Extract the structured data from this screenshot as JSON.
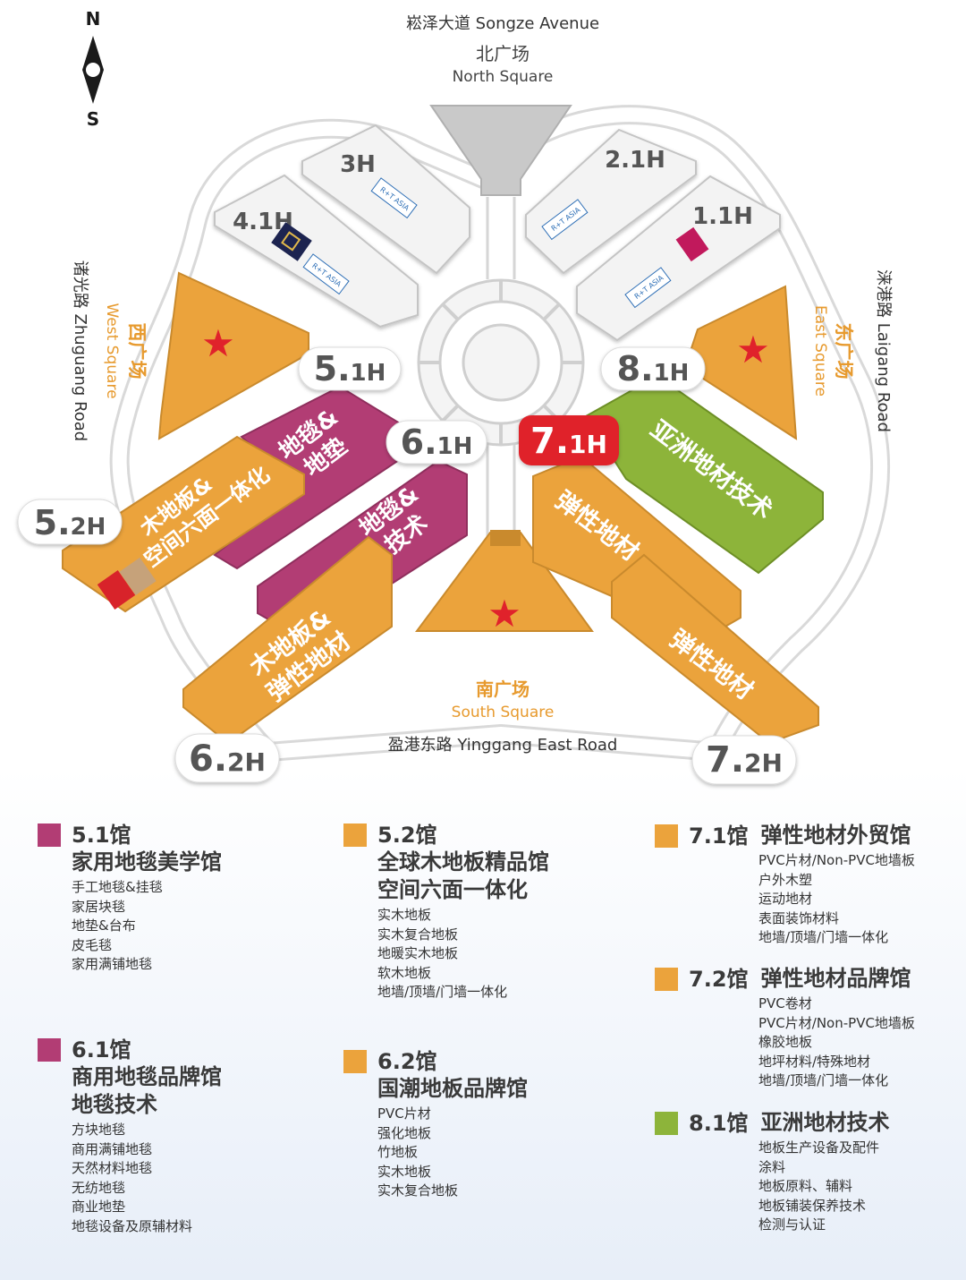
{
  "compass": {
    "north": "N",
    "south": "S"
  },
  "roads": {
    "north": "崧泽大道 Songze Avenue",
    "south": "盈港东路 Yinggang East Road",
    "west_cn": "诸光路",
    "west_en": "Zhuguang Road",
    "east_cn": "涞港路",
    "east_en": "Laigang Road"
  },
  "squares": {
    "north_cn": "北广场",
    "north_en": "North Square",
    "south_cn": "南广场",
    "south_en": "South Square",
    "west_cn": "西广场",
    "west_en": "West Square",
    "east_cn": "东广场",
    "east_en": "East Square"
  },
  "halls": {
    "h3": "3H",
    "h41": "4.1H",
    "h21": "2.1H",
    "h11": "1.1H",
    "h51": {
      "num": "5.",
      "unit": "1H"
    },
    "h81": {
      "num": "8.",
      "unit": "1H"
    },
    "h61": {
      "num": "6.",
      "unit": "1H"
    },
    "h71": {
      "num": "7.",
      "unit": "1H"
    },
    "h52": {
      "num": "5.",
      "unit": "2H"
    },
    "h62": {
      "num": "6.",
      "unit": "2H"
    },
    "h72": {
      "num": "7.",
      "unit": "2H"
    }
  },
  "map_labels": {
    "carpet_mat": [
      "地毯&",
      "地垫"
    ],
    "wood_space": [
      "木地板&",
      "空间六面一体化"
    ],
    "carpet_tech": [
      "地毯&",
      "技术"
    ],
    "wood_resilient": [
      "木地板&",
      "弹性地材"
    ],
    "resilient_a": "弹性地材",
    "resilient_b": "弹性地材",
    "asia_floor_tech": "亚洲地材技术",
    "rt_asia": [
      "R+T",
      "ASIA"
    ]
  },
  "colors": {
    "orange": "#eba33c",
    "magenta": "#b23d74",
    "green": "#8db43a",
    "red_badge": "#e0222b",
    "star": "#e0222b",
    "gray_hall": "#f3f3f3"
  },
  "legend": [
    {
      "hall": "5.1馆",
      "titles": [
        "家用地毯美学馆"
      ],
      "color": "#b23d74",
      "items": [
        "手工地毯&挂毯",
        "家居块毯",
        "地垫&台布",
        "皮毛毯",
        "家用满铺地毯"
      ]
    },
    {
      "hall": "6.1馆",
      "titles": [
        "商用地毯品牌馆",
        "地毯技术"
      ],
      "color": "#b23d74",
      "items": [
        "方块地毯",
        "商用满铺地毯",
        "天然材料地毯",
        "无纺地毯",
        "商业地垫",
        "地毯设备及原辅材料"
      ]
    },
    {
      "hall": "5.2馆",
      "titles": [
        "全球木地板精品馆",
        "空间六面一体化"
      ],
      "color": "#eba33c",
      "items": [
        "实木地板",
        "实木复合地板",
        "地暖实木地板",
        "软木地板",
        "地墙/顶墙/门墙一体化"
      ]
    },
    {
      "hall": "6.2馆",
      "titles": [
        "国潮地板品牌馆"
      ],
      "color": "#eba33c",
      "items": [
        "PVC片材",
        "强化地板",
        "竹地板",
        "实木地板",
        "实木复合地板"
      ]
    },
    {
      "hall": "7.1馆",
      "titles": [
        "弹性地材外贸馆"
      ],
      "color": "#eba33c",
      "items": [
        "PVC片材/Non-PVC地墙板",
        "户外木塑",
        "运动地材",
        "表面装饰材料",
        "地墙/顶墙/门墙一体化"
      ]
    },
    {
      "hall": "7.2馆",
      "titles": [
        "弹性地材品牌馆"
      ],
      "color": "#eba33c",
      "items": [
        "PVC卷材",
        "PVC片材/Non-PVC地墙板",
        "橡胶地板",
        "地坪材料/特殊地材",
        "地墙/顶墙/门墙一体化"
      ]
    },
    {
      "hall": "8.1馆",
      "titles": [
        "亚洲地材技术"
      ],
      "color": "#8db43a",
      "items": [
        "地板生产设备及配件",
        "涂料",
        "地板原料、辅料",
        "地板铺装保养技术",
        "检测与认证"
      ]
    }
  ]
}
